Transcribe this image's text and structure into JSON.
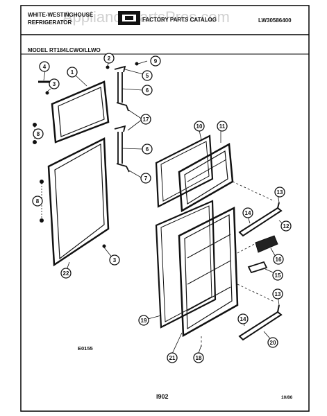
{
  "header": {
    "brand_line1": "WHITE-WESTINGHOUSE",
    "brand_line2": "REFRIGERATOR",
    "catalog_title": "FACTORY PARTS CATALOG",
    "catalog_number": "LW30586400",
    "model_line": "MODEL RT184LCWO/LLWO"
  },
  "watermark": "AppliancePartsPros.com",
  "diagram_code": "E0155",
  "footer": {
    "page": "I902",
    "date": "10/86"
  },
  "callouts": [
    "1",
    "2",
    "3",
    "4",
    "5",
    "6",
    "7",
    "8",
    "9",
    "10",
    "11",
    "12",
    "13",
    "14",
    "15",
    "16",
    "17",
    "18",
    "19",
    "20",
    "21",
    "22"
  ],
  "colors": {
    "ink": "#111111",
    "paper": "#ffffff",
    "border": "#000000",
    "watermark": "#969696"
  }
}
